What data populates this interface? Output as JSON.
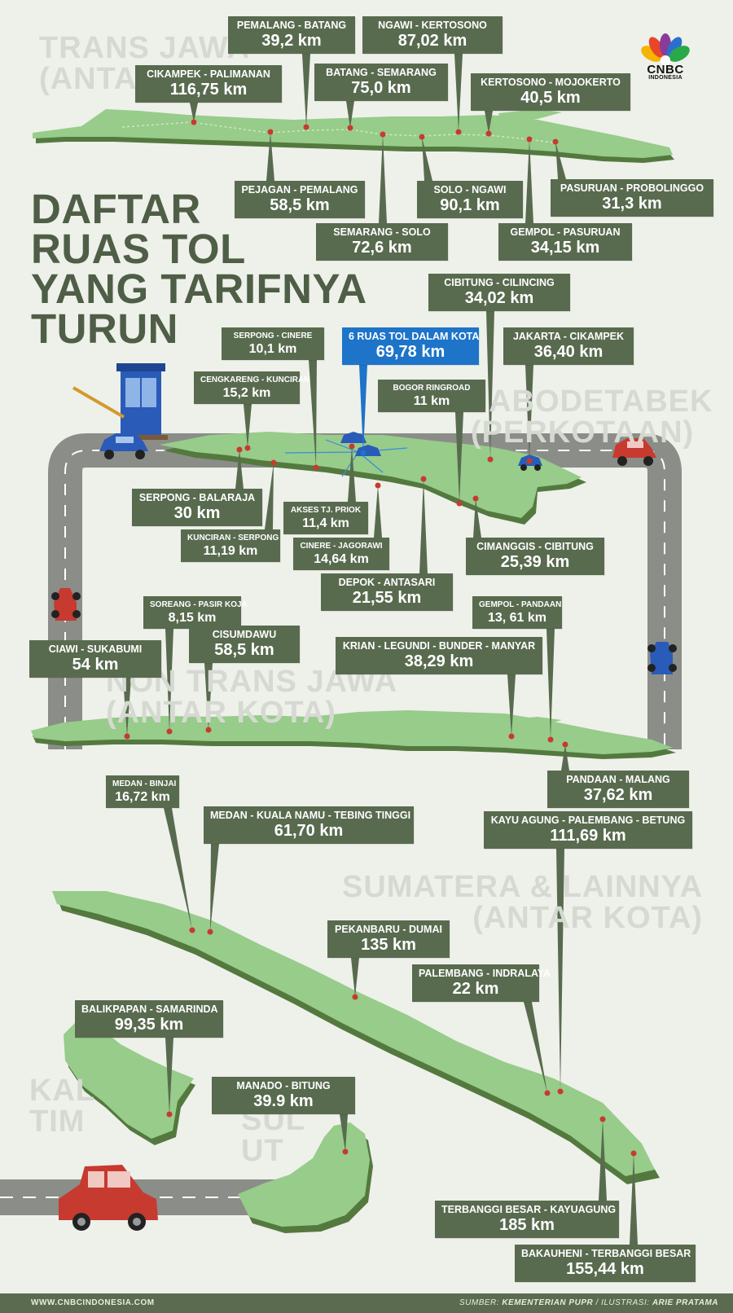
{
  "title": {
    "lines": [
      "DAFTAR",
      "RUAS TOL",
      "YANG TARIFNYA",
      "TURUN"
    ]
  },
  "brand": {
    "logo_text": "CNBC",
    "logo_sub": "INDONESIA",
    "website": "WWW.CNBCINDONESIA.COM"
  },
  "regions": {
    "trans_jawa": [
      "TRANS JAWA",
      "(ANTAR KOTA)"
    ],
    "jabodetabek": [
      "JABODETABEK",
      "(PERKOTAAN)"
    ],
    "non_trans_jawa": [
      "NON TRANS JAWA",
      "(ANTAR KOTA)"
    ],
    "sumatera": [
      "SUMATERA & LAINNYA",
      "(ANTAR KOTA)"
    ],
    "kaltim": [
      "KAL",
      "TIM"
    ],
    "sulut": [
      "SUL",
      "UT"
    ]
  },
  "trans_jawa": [
    {
      "name": "PEMALANG - BATANG",
      "value": "39,2 km"
    },
    {
      "name": "NGAWI - KERTOSONO",
      "value": "87,02 km"
    },
    {
      "name": "CIKAMPEK - PALIMANAN",
      "value": "116,75 km"
    },
    {
      "name": "BATANG - SEMARANG",
      "value": "75,0 km"
    },
    {
      "name": "KERTOSONO - MOJOKERTO",
      "value": "40,5 km"
    },
    {
      "name": "PEJAGAN - PEMALANG",
      "value": "58,5 km"
    },
    {
      "name": "SOLO - NGAWI",
      "value": "90,1 km"
    },
    {
      "name": "PASURUAN - PROBOLINGGO",
      "value": "31,3 km"
    },
    {
      "name": "SEMARANG - SOLO",
      "value": "72,6 km"
    },
    {
      "name": "GEMPOL - PASURUAN",
      "value": "34,15 km"
    }
  ],
  "jabodetabek": [
    {
      "name": "CIBITUNG - CILINCING",
      "value": "34,02 km"
    },
    {
      "name": "SERPONG - CINERE",
      "value": "10,1 km"
    },
    {
      "name": "6 RUAS TOL DALAM KOTA",
      "value": "69,78 km"
    },
    {
      "name": "JAKARTA - CIKAMPEK",
      "value": "36,40 km"
    },
    {
      "name": "CENGKARENG - KUNCIRAN",
      "value": "15,2 km"
    },
    {
      "name": "BOGOR RINGROAD",
      "value": "11 km"
    },
    {
      "name": "SERPONG - BALARAJA",
      "value": "30 km"
    },
    {
      "name": "AKSES TJ. PRIOK",
      "value": "11,4 km"
    },
    {
      "name": "KUNCIRAN - SERPONG",
      "value": "11,19 km"
    },
    {
      "name": "CINERE - JAGORAWI",
      "value": "14,64 km"
    },
    {
      "name": "CIMANGGIS - CIBITUNG",
      "value": "25,39 km"
    },
    {
      "name": "DEPOK - ANTASARI",
      "value": "21,55 km"
    }
  ],
  "non_trans_jawa": [
    {
      "name": "SOREANG - PASIR KOJA",
      "value": "8,15 km"
    },
    {
      "name": "GEMPOL - PANDAAN",
      "value": "13, 61 km"
    },
    {
      "name": "CISUMDAWU",
      "value": "58,5 km"
    },
    {
      "name": "CIAWI - SUKABUMI",
      "value": "54 km"
    },
    {
      "name": "KRIAN - LEGUNDI - BUNDER - MANYAR",
      "value": "38,29 km"
    },
    {
      "name": "PANDAAN - MALANG",
      "value": "37,62 km"
    }
  ],
  "sumatera": [
    {
      "name": "MEDAN - BINJAI",
      "value": "16,72 km"
    },
    {
      "name": "MEDAN - KUALA NAMU - TEBING TINGGI",
      "value": "61,70 km"
    },
    {
      "name": "KAYU AGUNG - PALEMBANG - BETUNG",
      "value": "111,69 km"
    },
    {
      "name": "PEKANBARU - DUMAI",
      "value": "135 km"
    },
    {
      "name": "PALEMBANG - INDRALAYA",
      "value": "22 km"
    },
    {
      "name": "BALIKPAPAN - SAMARINDA",
      "value": "99,35 km"
    },
    {
      "name": "MANADO - BITUNG",
      "value": "39.9 km"
    },
    {
      "name": "TERBANGGI BESAR - KAYUAGUNG",
      "value": "185 km"
    },
    {
      "name": "BAKAUHENI - TERBANGGI BESAR",
      "value": "155,44 km"
    }
  ],
  "footer": {
    "source_label": "SUMBER:",
    "source": "KEMENTERIAN PUPR",
    "sep": " / ",
    "illus_label": "ILUSTRASI:",
    "illus": "ARIE PRATAMA"
  },
  "colors": {
    "panel": "#596b4f",
    "highlight": "#1d74c9",
    "map": "#97cc8a",
    "map_shadow": "#54793f",
    "road": "#8b8d88",
    "car_red": "#c73a30",
    "car_blue": "#2a5bb8"
  }
}
